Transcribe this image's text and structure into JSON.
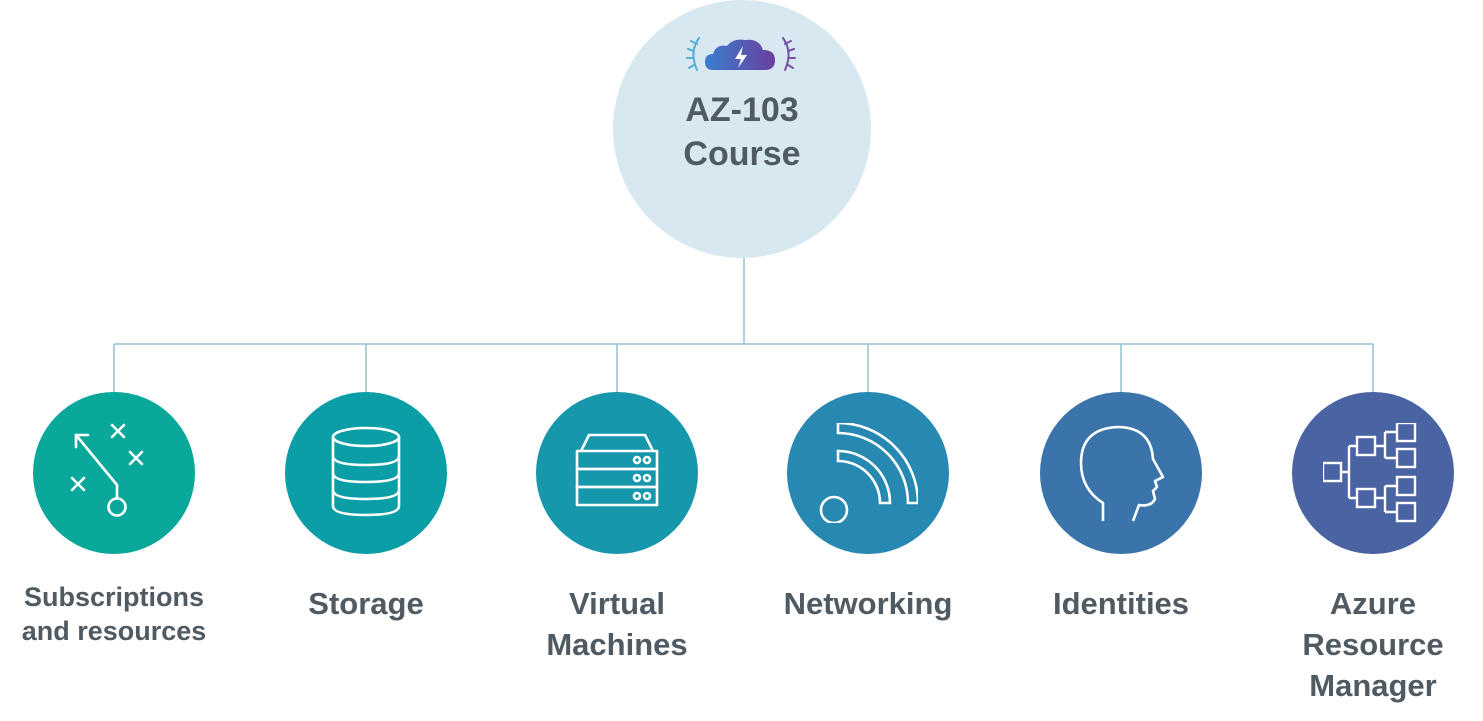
{
  "root": {
    "title_lines": [
      "AZ-103",
      "Course"
    ]
  },
  "topics": [
    {
      "label_lines": [
        "Subscriptions",
        "and resources"
      ],
      "icon": "strategy-icon",
      "color": "#0aa79b"
    },
    {
      "label_lines": [
        "Storage"
      ],
      "icon": "database-icon",
      "color": "#0b9ea6"
    },
    {
      "label_lines": [
        "Virtual",
        "Machines"
      ],
      "icon": "server-icon",
      "color": "#1797ab"
    },
    {
      "label_lines": [
        "Networking"
      ],
      "icon": "wifi-icon",
      "color": "#2788b1"
    },
    {
      "label_lines": [
        "Identities"
      ],
      "icon": "head-icon",
      "color": "#3a74ab"
    },
    {
      "label_lines": [
        "Azure",
        "Resource",
        "Manager"
      ],
      "icon": "hierarchy-icon",
      "color": "#4a63a3"
    }
  ],
  "colors": {
    "line": "#8fc3cf",
    "text": "#505a62",
    "root_fill": "#d7e8f0"
  }
}
